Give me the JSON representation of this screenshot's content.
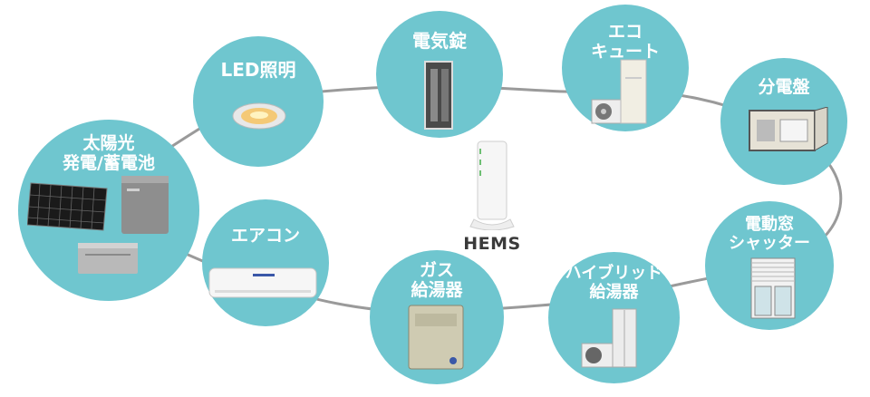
{
  "center": {
    "label": "HEMS",
    "icon": "wifi-router-icon"
  },
  "colors": {
    "node": "#6fc6cf",
    "ring": "#9a9a9a",
    "text": "#ffffff"
  },
  "nodes": [
    {
      "id": "solar",
      "lines": [
        "太陽光",
        "発電/蓄電池"
      ],
      "icons": [
        "solar-panel-icon",
        "storage-battery-icon",
        "power-conditioner-icon"
      ]
    },
    {
      "id": "led",
      "lines": [
        "LED照明"
      ],
      "icons": [
        "downlight-icon"
      ]
    },
    {
      "id": "lock",
      "lines": [
        "電気錠"
      ],
      "icons": [
        "door-lock-panel-icon"
      ]
    },
    {
      "id": "ecocute",
      "lines": [
        "エコ",
        "キュート"
      ],
      "icons": [
        "heat-pump-unit-icon",
        "water-tank-icon"
      ]
    },
    {
      "id": "panel",
      "lines": [
        "分電盤"
      ],
      "icons": [
        "distribution-board-icon"
      ]
    },
    {
      "id": "shutter",
      "lines": [
        "電動窓",
        "シャッター"
      ],
      "icons": [
        "window-shutter-icon"
      ]
    },
    {
      "id": "hybrid",
      "lines": [
        "ハイブリッド",
        "給湯器"
      ],
      "icons": [
        "outdoor-unit-icon",
        "hybrid-tank-icon"
      ]
    },
    {
      "id": "gas",
      "lines": [
        "ガス",
        "給湯器"
      ],
      "icons": [
        "gas-water-heater-icon"
      ]
    },
    {
      "id": "aircon",
      "lines": [
        "エアコン"
      ],
      "icons": [
        "air-conditioner-icon"
      ]
    }
  ]
}
